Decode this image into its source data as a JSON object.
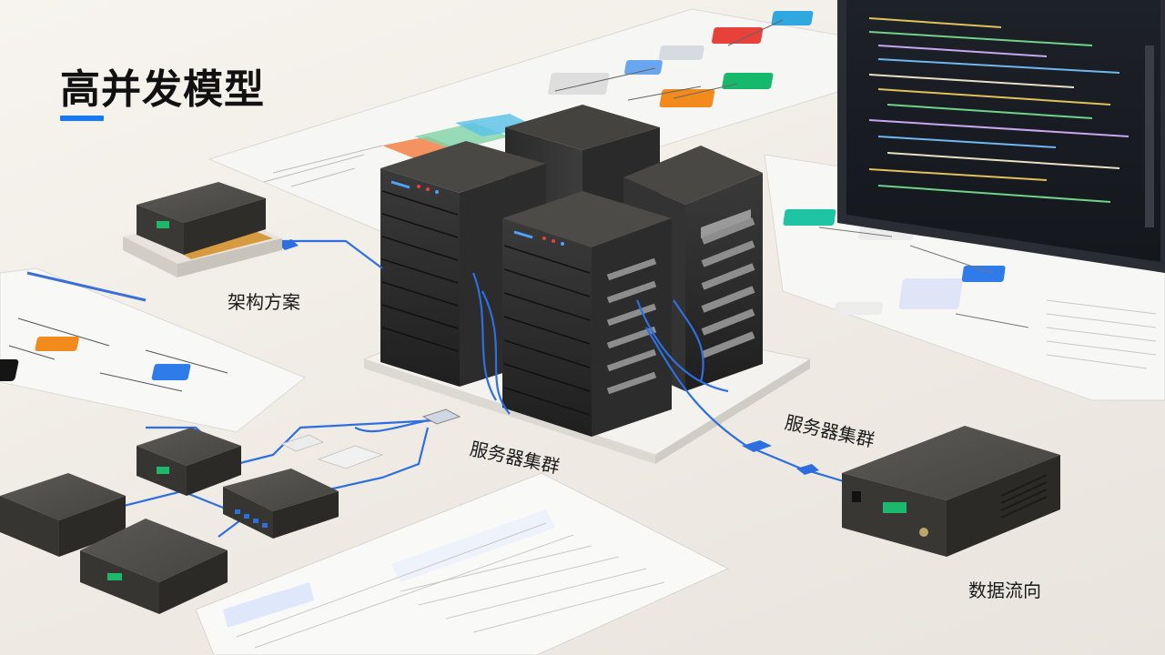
{
  "title": "高并发模型",
  "labels": {
    "architecture": "架构方案",
    "cluster_center": "服务器集群",
    "cluster_right": "服务器集群",
    "data_flow": "数据流向"
  },
  "colors": {
    "accent": "#1677ff",
    "server_body": "#2b2b2b",
    "cable": "#2e6fe0",
    "node_red": "#e8413a",
    "node_orange": "#f28a1c",
    "node_green": "#16b86c",
    "node_blue": "#2f7bea",
    "node_teal": "#1fc4a5"
  },
  "icons": [
    "server-rack-icon",
    "network-switch-icon",
    "mini-pc-icon",
    "code-monitor-icon",
    "flowchart-sheet-icon",
    "table-sheet-icon"
  ]
}
